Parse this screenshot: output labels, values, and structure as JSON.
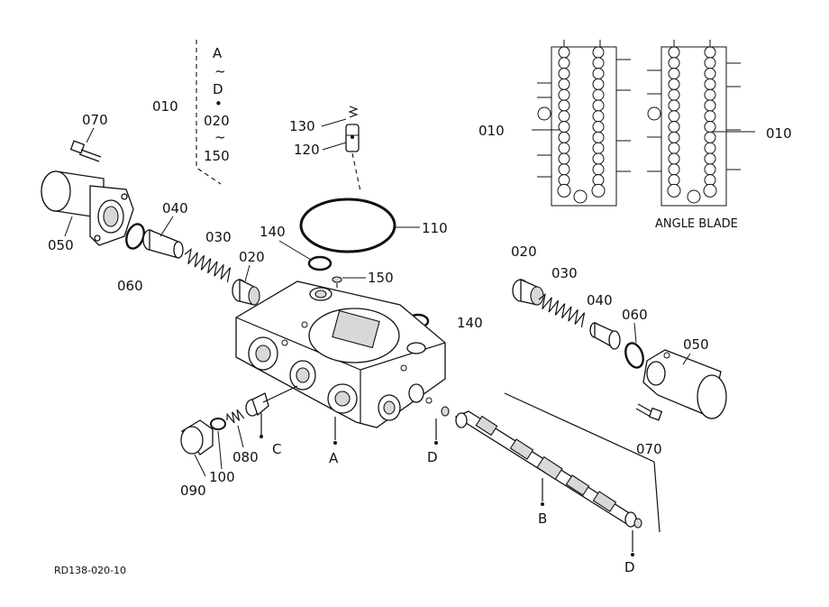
{
  "diagram": {
    "ref_code": "RD138-020-10",
    "bracket": {
      "index_label": "010",
      "lines": [
        "A",
        "~",
        "D",
        "•",
        "020",
        "~",
        "150"
      ]
    },
    "callouts": {
      "c070_left": "070",
      "c050_left": "050",
      "c060_left": "060",
      "c040_left": "040",
      "c030_left": "030",
      "c020_left": "020",
      "c140_left": "140",
      "c150": "150",
      "c130": "130",
      "c120": "120",
      "c110": "110",
      "c140_right": "140",
      "c020_right": "020",
      "c030_right": "030",
      "c040_right": "040",
      "c060_right": "060",
      "c050_right": "050",
      "c070_right": "070",
      "c080": "080",
      "c090": "090",
      "c100": "100",
      "point_a": "A",
      "point_b": "B",
      "point_c": "C",
      "point_d_left": "D",
      "point_d_right": "D",
      "inset_010_left": "010",
      "inset_010_right": "010"
    },
    "inset_caption": "ANGLE BLADE"
  }
}
